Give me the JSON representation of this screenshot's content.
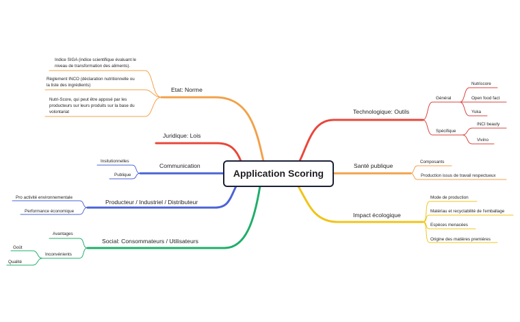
{
  "center": {
    "label": "Application Scoring"
  },
  "colors": {
    "orange": "#f2a14a",
    "red": "#e8473b",
    "blue": "#4a63d6",
    "green": "#1fae6a",
    "yellow": "#f0c419",
    "darkred": "#d8433c",
    "text": "#1f1f1f"
  },
  "branches": {
    "etat": {
      "label": "Etat: Norme",
      "leaves": [
        [
          "Indice SIGA (indice scientifique évaluant le",
          "niveau de transformation des aliments)."
        ],
        [
          "Règlement INCO (déclaration nutritionnelle ou",
          "la liste des ingrédients)"
        ],
        [
          "Nutri-Score, qui peut être apposé par les",
          "producteurs sur leurs produits sur la base du",
          "volontariat"
        ]
      ]
    },
    "juridique": {
      "label": "Juridique: Lois"
    },
    "communication": {
      "label": "Communication",
      "leaves": [
        "Insitutionnelles",
        "Publique"
      ]
    },
    "producteur": {
      "label": "Producteur / Industriel / Distributeur",
      "leaves": [
        "Pro activité environnementale",
        "Performance économique"
      ]
    },
    "social": {
      "label": "Social: Consommateurs / Utilisateurs",
      "leaves": [
        "Avantages",
        "Inconvénients"
      ],
      "sub": [
        "Goût",
        "Qualité"
      ]
    },
    "techno": {
      "label": "Technologique: Outils",
      "general": {
        "label": "Général",
        "leaves": [
          "Nutriscore",
          "Open food fact",
          "Yuka"
        ]
      },
      "specifique": {
        "label": "Spécifique",
        "leaves": [
          "INCI beauty",
          "Vivino"
        ]
      }
    },
    "sante": {
      "label": "Santé publique",
      "leaves": [
        "Composants",
        "Production issus de travail respectueux"
      ]
    },
    "impact": {
      "label": "Impact écologique",
      "leaves": [
        "Mode de production",
        "Matériau et recyclabilité de l'emballage",
        "Espèces menacées",
        "Origine des matières premières"
      ]
    }
  }
}
